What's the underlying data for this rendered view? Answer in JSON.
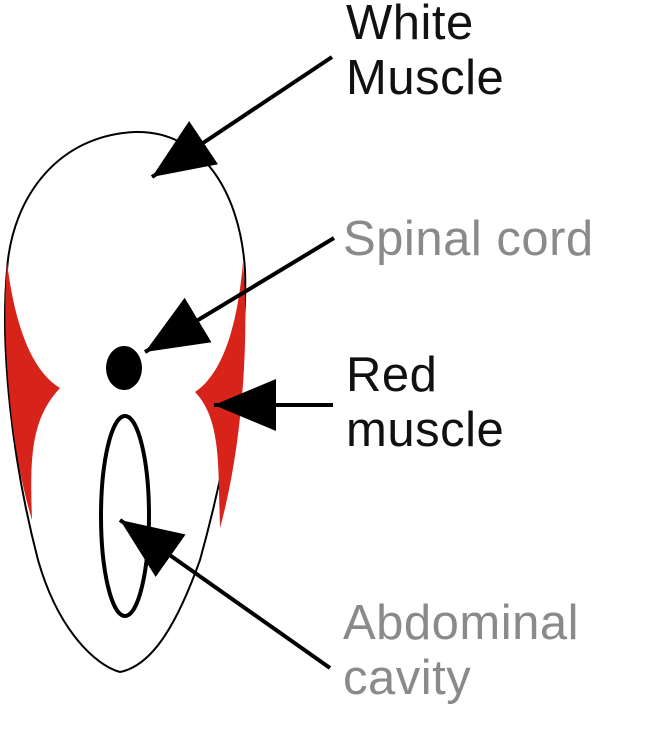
{
  "labels": {
    "white_muscle": [
      "White",
      "Muscle"
    ],
    "spinal_cord": [
      "Spinal cord"
    ],
    "red_muscle": [
      "Red",
      "muscle"
    ],
    "abdominal_cavity": [
      "Abdominal",
      "cavity"
    ]
  },
  "colors": {
    "outline": "#000000",
    "red_muscle": "#d8231b",
    "dark_label": "#111111",
    "grey_label": "#8a8a8a"
  }
}
